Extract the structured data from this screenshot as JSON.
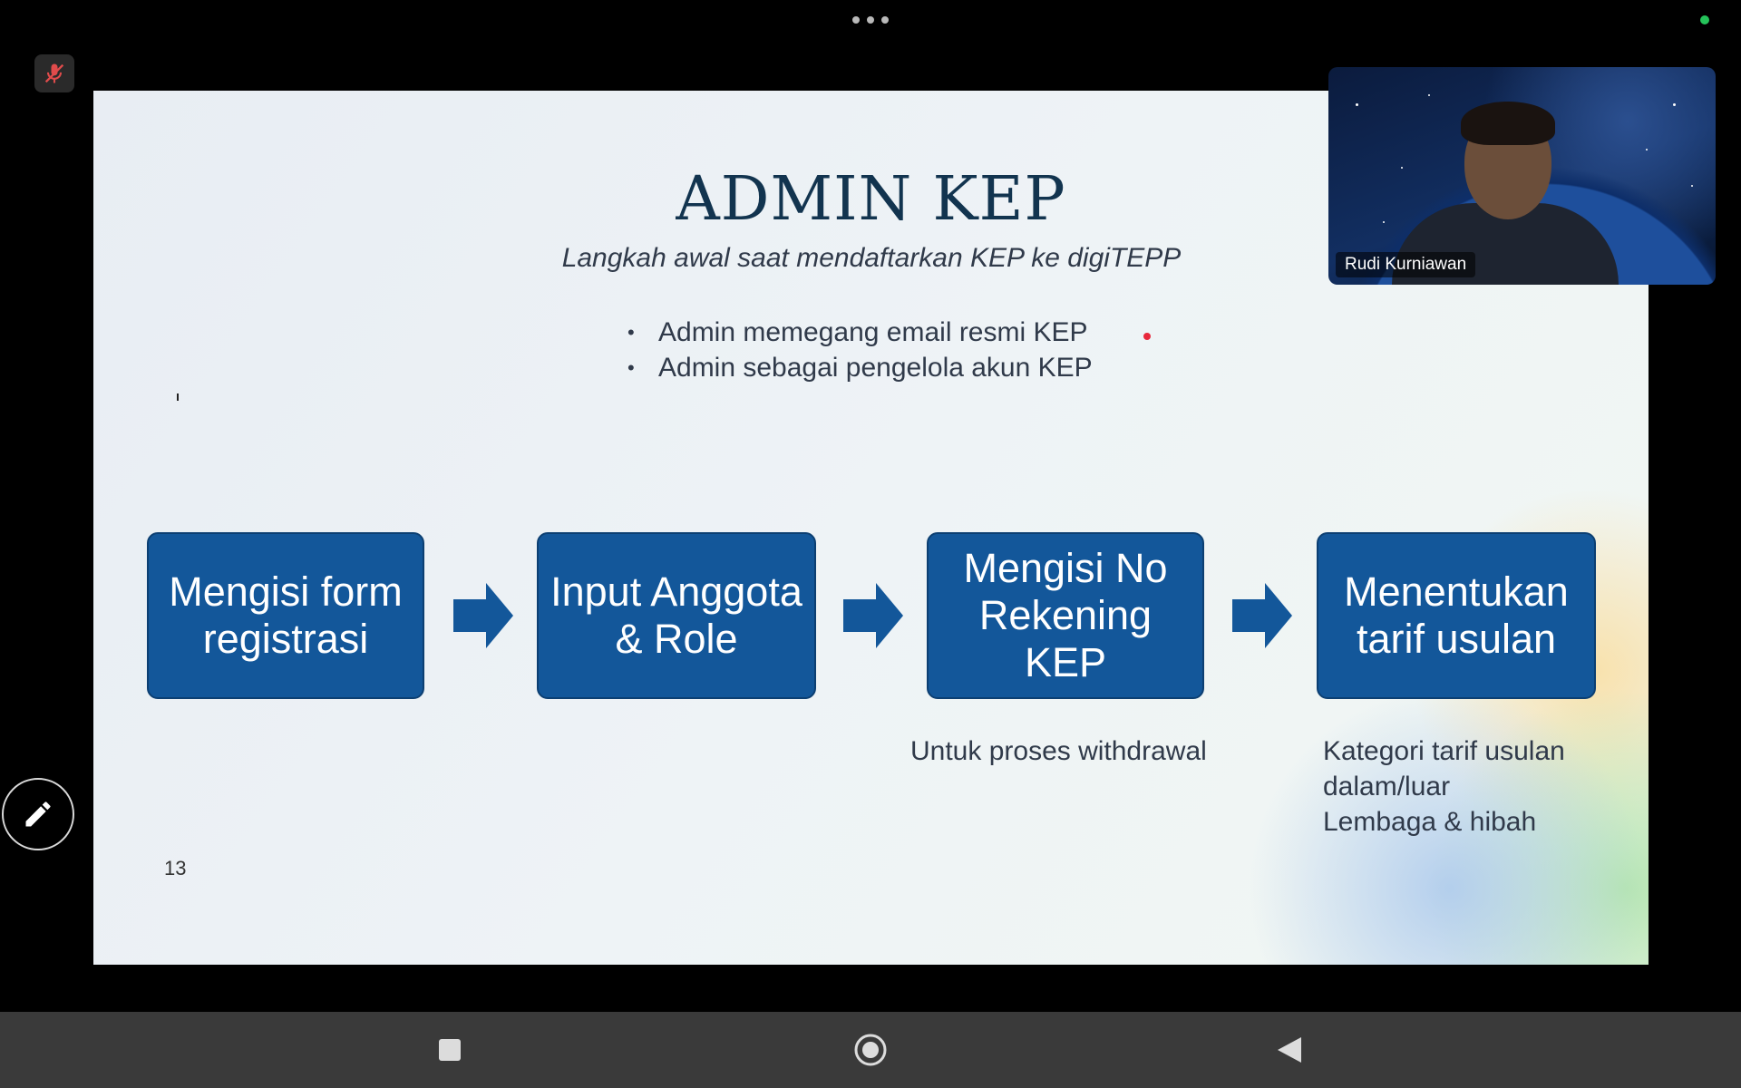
{
  "meeting": {
    "more_options_icon": "more-horizontal-icon",
    "status_color": "#25c35a",
    "mute_icon": "mic-off-icon"
  },
  "slide": {
    "title": "ADMIN KEP",
    "subtitle": "Langkah awal saat mendaftarkan KEP ke digiTEPP",
    "bullets": [
      "Admin memegang email resmi KEP",
      "Admin sebagai pengelola akun KEP"
    ],
    "steps": [
      "Mengisi form registrasi",
      "Input Anggota & Role",
      "Mengisi No Rekening KEP",
      "Menentukan tarif usulan"
    ],
    "notes": {
      "step3": "Untuk proses withdrawal",
      "step4_line1": "Kategori tarif usulan",
      "step4_line2": "dalam/luar",
      "step4_line3": "Lembaga & hibah"
    },
    "page_number": "13",
    "box_color": "#13579a",
    "title_color": "#12344f"
  },
  "video": {
    "participant_name": "Rudi Kurniawan"
  },
  "annotate": {
    "icon": "pencil-icon"
  },
  "navbar": {
    "recents_icon": "square-icon",
    "home_icon": "circle-icon",
    "back_icon": "triangle-back-icon"
  }
}
